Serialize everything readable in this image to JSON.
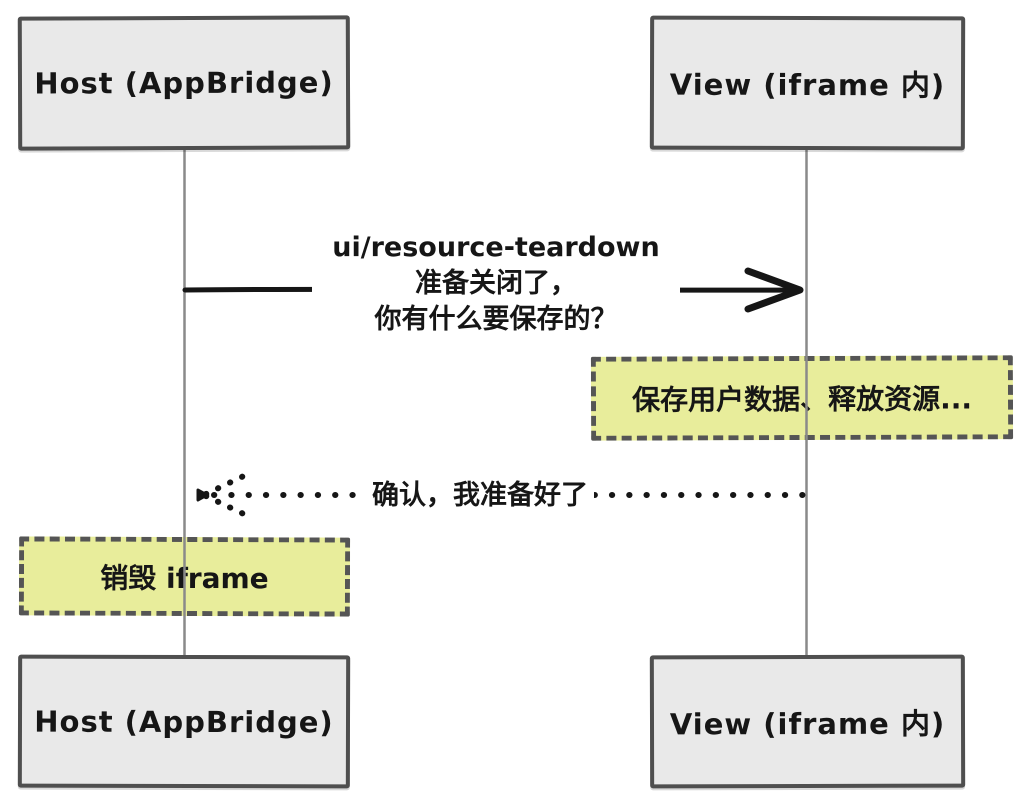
{
  "diagram": {
    "type": "sequence",
    "actors": [
      {
        "id": "host",
        "label": "Host (AppBridge)"
      },
      {
        "id": "view",
        "label": "View (iframe 内)"
      }
    ],
    "messages": [
      {
        "from": "host",
        "to": "view",
        "line_style": "solid",
        "lines": [
          "ui/resource-teardown",
          "准备关闭了，",
          "你有什么要保存的？"
        ]
      },
      {
        "from": "view",
        "to": "host",
        "line_style": "dotted",
        "lines": [
          "确认，我准备好了"
        ]
      }
    ],
    "notes": [
      {
        "over": "view",
        "label": "保存用户数据、释放资源..."
      },
      {
        "over": "host",
        "label": "销毁 iframe"
      }
    ],
    "colors": {
      "background": "#ffffff",
      "actor_fill": "#e9e9e9",
      "actor_border": "#4f4f4f",
      "note_fill": "#e8ed9b",
      "note_border": "#555555",
      "lifeline": "#8a8a8a",
      "message_line": "#161616",
      "text": "#161616"
    }
  }
}
